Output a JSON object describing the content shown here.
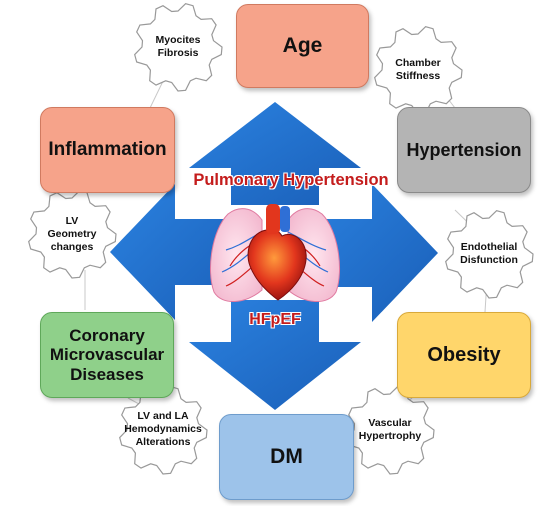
{
  "center": {
    "title": "Pulmonary Hypertension",
    "subtitle": "HFpEF"
  },
  "factors": {
    "age": "Age",
    "inflammation": "Inflammation",
    "hypertension": "Hypertension",
    "coronary": "Coronary\nMicrovascular\nDiseases",
    "obesity": "Obesity",
    "dm": "DM"
  },
  "mechanisms": {
    "myocites": "Myocites\nFibrosis",
    "chamber": "Chamber\nStiffness",
    "lv_geometry": "LV\nGeometry\nchanges",
    "endothelial": "Endothelial\nDisfunction",
    "lv_la": "LV and LA\nHemodynamics\nAlterations",
    "vascular": "Vascular\nHypertrophy"
  },
  "colors": {
    "arrow": "#1f6fd0",
    "age_fill": "#f6a38a",
    "inflammation_fill": "#f6a38a",
    "hypertension_fill": "#b4b4b4",
    "coronary_fill": "#8fd08a",
    "obesity_fill": "#ffd66b",
    "dm_fill": "#9dc3ea",
    "title_red": "#c41c1c"
  },
  "icons": {
    "center_image": "heart-lungs-icon",
    "mechanism_shape": "gear-icon"
  }
}
